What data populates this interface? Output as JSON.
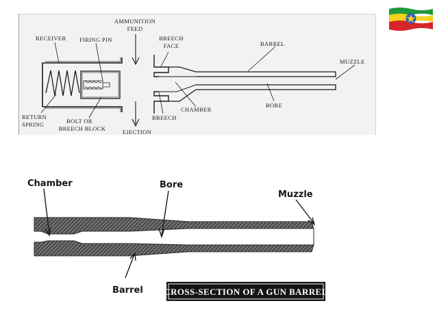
{
  "top_diagram": {
    "labels": {
      "ammunition_feed_1": "AMMUNITION",
      "ammunition_feed_2": "FEED",
      "receiver": "RECEIVER",
      "firing_pin": "FIRING PIN",
      "breech_face_1": "BREECH",
      "breech_face_2": "FACE",
      "barrel": "BARREL",
      "muzzle": "MUZZLE",
      "return_spring_1": "RETURN",
      "return_spring_2": "SPRING",
      "bolt_1": "BOLT OR",
      "bolt_2": "BREECH BLOCK",
      "breech": "BREECH",
      "chamber": "CHAMBER",
      "bore": "BORE",
      "ejection": "EJECTION"
    }
  },
  "bottom_diagram": {
    "labels": {
      "chamber": "Chamber",
      "bore": "Bore",
      "muzzle": "Muzzle",
      "barrel": "Barrel"
    },
    "caption": "CROSS-SECTION OF A GUN BARREL"
  },
  "flag": {
    "icon": "ethiopia-flag-icon",
    "colors": {
      "green": "#1f9a3c",
      "yellow": "#f6d21a",
      "red": "#d6262b",
      "emblem": "#2f5fb8"
    }
  }
}
